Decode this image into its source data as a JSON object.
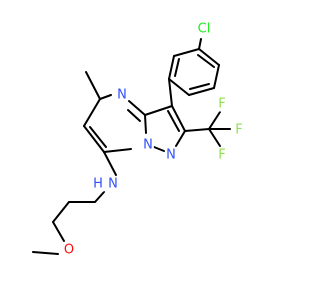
{
  "colors": {
    "background": "#ffffff",
    "bond": "#000000",
    "nitrogen": "#3050f8",
    "oxygen": "#ff0d0d",
    "chlorine": "#1ff01f",
    "fluorine": "#90e050"
  },
  "atoms": {
    "cl": {
      "text": "Cl",
      "color": "chlorine"
    },
    "n4": {
      "text": "N",
      "color": "nitrogen"
    },
    "n1": {
      "text": "N",
      "color": "nitrogen"
    },
    "n2": {
      "text": "N",
      "color": "nitrogen"
    },
    "f1": {
      "text": "F",
      "color": "fluorine"
    },
    "f2": {
      "text": "F",
      "color": "fluorine"
    },
    "f3": {
      "text": "F",
      "color": "fluorine"
    },
    "nh_n": {
      "text": "N",
      "color": "nitrogen"
    },
    "nh_h": {
      "text": "H",
      "color": "nitrogen"
    },
    "o": {
      "text": "O",
      "color": "oxygen"
    }
  }
}
